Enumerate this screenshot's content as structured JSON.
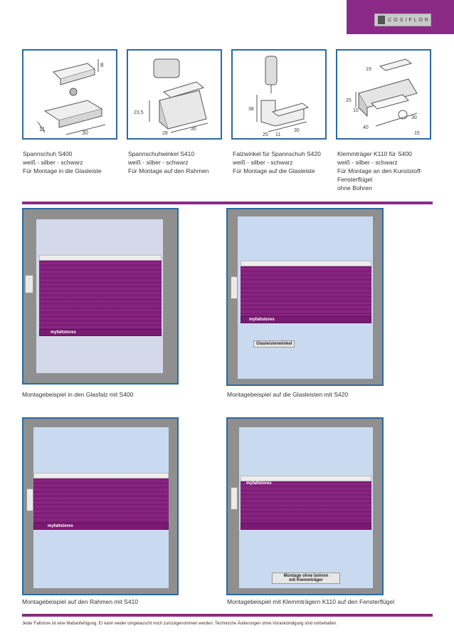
{
  "logo": {
    "text": "COSIFLOR"
  },
  "products": [
    {
      "lines": [
        "Spannschuh S400",
        "weiß - silber - schwarz",
        "Für Montage in die Glasleiste"
      ],
      "dims": [
        "8",
        "11",
        "30"
      ]
    },
    {
      "lines": [
        "Spannschuhwinkel S410",
        "weiß - silber - schwarz",
        "Für Montage auf den Rahmen"
      ],
      "dims": [
        "23,5",
        "28",
        "30"
      ]
    },
    {
      "lines": [
        "Falzwinkel für Spannschuh S420",
        "weiß - silber - schwarz",
        "Für Montage auf die Glasleiste"
      ],
      "dims": [
        "38",
        "25",
        "11",
        "30"
      ]
    },
    {
      "lines": [
        "Klemmträger K110 für S400",
        "weiß - silber - schwarz",
        "Für Montage an den Kunststoff-",
        "Fensterflügel",
        "ohne Bohren"
      ],
      "dims": [
        "19",
        "25",
        "10",
        "40",
        "30",
        "15"
      ]
    }
  ],
  "montage": [
    {
      "caption": "Montagebeispiel in den Glasfalz mit S400",
      "brand": "myfaltstores"
    },
    {
      "caption": "Montagebeispiel auf die Glasleisten mit S420",
      "brand": "myfaltstores",
      "label": "Glasleistenwinkel"
    },
    {
      "caption": "Montagebeispiel auf den Rahmen mit S410",
      "brand": "myfaltstores"
    },
    {
      "caption": "Montagebeispiel mit Klemmträgern K110 auf den Fensterflügel",
      "brand": "myfaltstores",
      "label_lines": [
        "Montage ohne bohren",
        "mit Klemmträger"
      ]
    }
  ],
  "footer": "Jeder Faltstore ist eine Maßanfertigung. Er kann weder umgetauscht noch zurückgenommen werden. Technische Änderungen ohne Vorankündigung sind vorbehalten."
}
